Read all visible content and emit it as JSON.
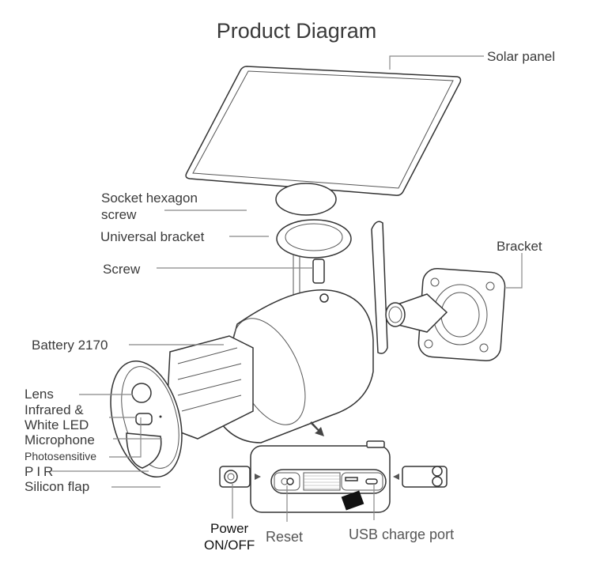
{
  "title": "Product Diagram",
  "labels": {
    "solar_panel": "Solar panel",
    "socket_hexagon_screw_line1": "Socket hexagon",
    "socket_hexagon_screw_line2": "screw",
    "universal_bracket": "Universal bracket",
    "screw": "Screw",
    "bracket": "Bracket",
    "battery": "Battery 2170",
    "lens": "Lens",
    "infrared_line1": "Infrared &",
    "infrared_line2": "White LED",
    "microphone": "Microphone",
    "photosensitive": "Photosensitive",
    "pir": "PIR",
    "silicon_flap": "Silicon flap",
    "power_line1": "Power",
    "power_line2": "ON/OFF",
    "reset": "Reset",
    "usb_charge_port": "USB charge port"
  },
  "colors": {
    "text": "#3a3a3a",
    "leader": "#888888",
    "outline": "#333333",
    "sd_card": "#111111"
  }
}
